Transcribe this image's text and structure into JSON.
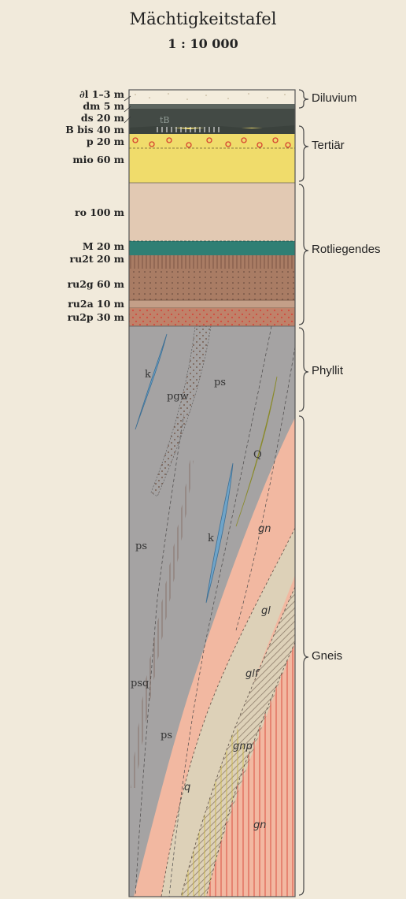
{
  "title": "Mächtigkeitstafel",
  "scale": "1 : 10 000",
  "layers": [
    {
      "label": "∂l 1–3 m"
    },
    {
      "label": "dm 5 m"
    },
    {
      "label": "ds 20 m"
    },
    {
      "label": "B bis 40 m"
    },
    {
      "label": "p 20 m"
    },
    {
      "label": "mio 60 m"
    },
    {
      "label": "ro 100 m"
    },
    {
      "label": "M 20 m"
    },
    {
      "label": "ru2t 20 m"
    },
    {
      "label": "ru2g 60 m"
    },
    {
      "label": "ru2a 10 m"
    },
    {
      "label": "ru2p 30 m"
    }
  ],
  "groups": [
    {
      "label": "Diluvium"
    },
    {
      "label": "Tertiär"
    },
    {
      "label": "Rotliegendes"
    },
    {
      "label": "Phyllit"
    },
    {
      "label": "Gneis"
    }
  ],
  "inner_labels": {
    "tB": "tB",
    "k1": "k",
    "pgw": "pgw",
    "ps1": "ps",
    "Q": "Q",
    "gn1": "gn",
    "ps2": "ps",
    "k2": "k",
    "gl": "gl",
    "psq": "psq",
    "glf": "glf",
    "ps3": "ps",
    "gnp": "gnp",
    "q": "q",
    "gn2": "gn"
  },
  "colors": {
    "background": "#f1eadb",
    "diluvium_top": "#f3ecdc",
    "dm": "#5d6660",
    "ds": "#434a45",
    "tertiary": "#f0dc6b",
    "ro": "#e2c9b3",
    "M": "#2f7f74",
    "ru2": "#a97c64",
    "ru2p": "#bf826a",
    "phyllite": "#a5a3a3",
    "gneiss": "#f2b8a1",
    "gl": "#ddd1b8",
    "quartz": "#e4ea5a",
    "kalk": "#6fa4c9",
    "red_hatch": "#d8483a"
  }
}
